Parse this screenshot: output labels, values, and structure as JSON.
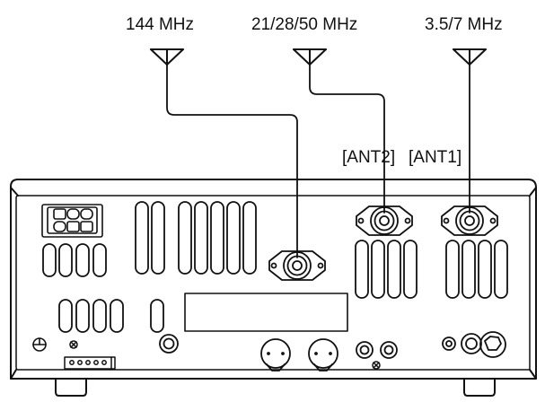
{
  "antennas": [
    {
      "id": "vhf",
      "band_label": "144 MHz"
    },
    {
      "id": "ant2",
      "band_label": "21/28/50 MHz",
      "port_label": "[ANT2]"
    },
    {
      "id": "ant1",
      "band_label": "3.5/7 MHz",
      "port_label": "[ANT1]"
    }
  ],
  "colors": {
    "ink": "#111111",
    "paper": "#ffffff"
  },
  "icons": [
    "antenna-icon",
    "coax-connector-icon",
    "ground-terminal-icon",
    "dc-power-connector-icon",
    "vent-slot-icon",
    "din-connector-icon",
    "screw-icon"
  ]
}
